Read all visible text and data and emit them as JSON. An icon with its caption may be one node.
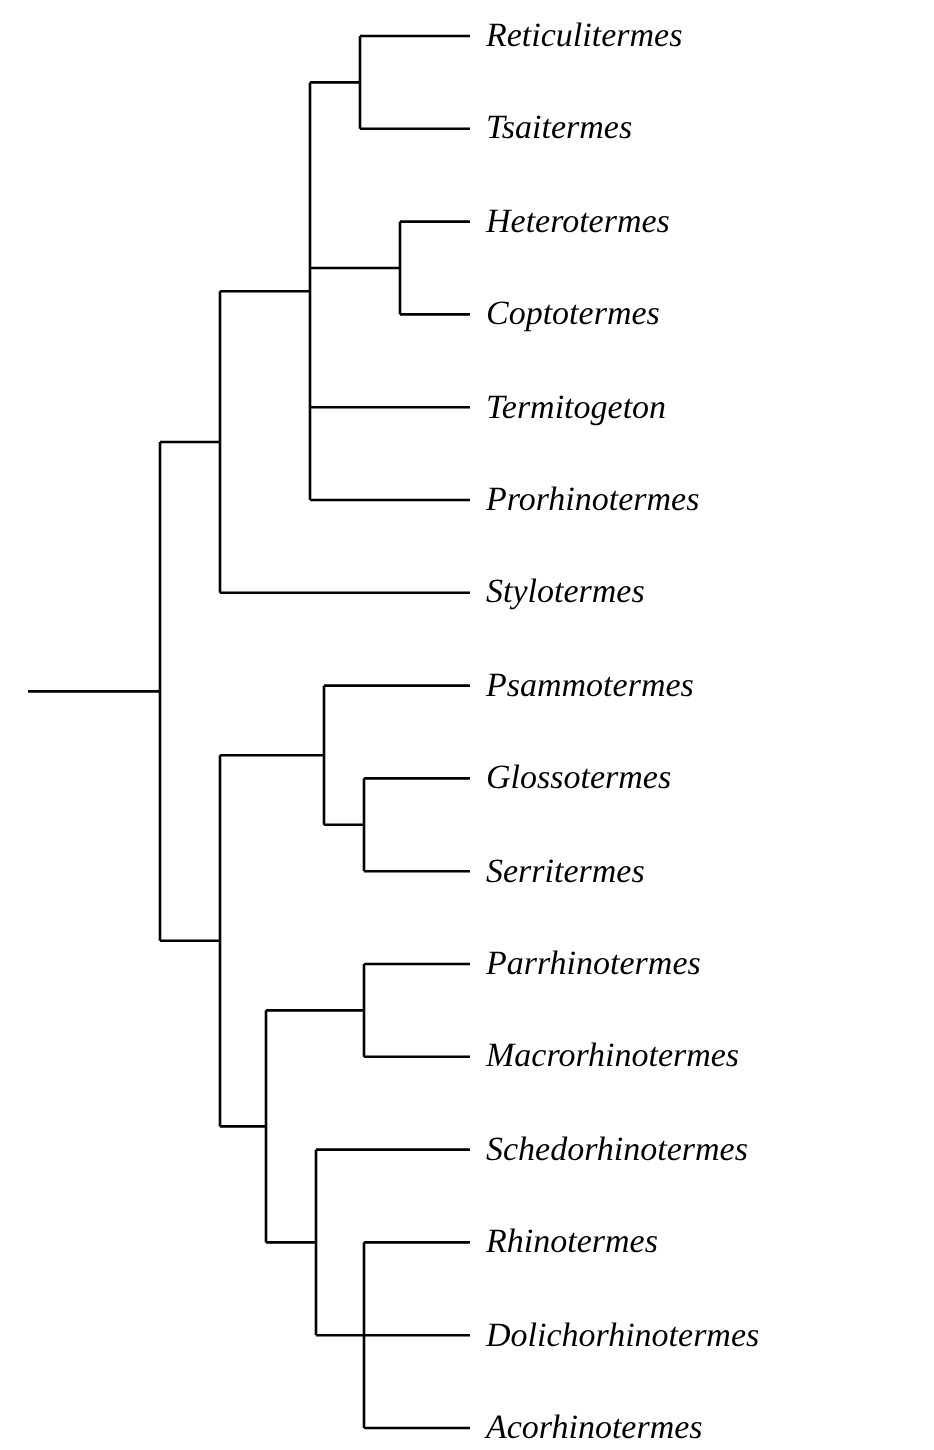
{
  "diagram": {
    "labels": [
      "Reticulitermes",
      "Tsaitermes",
      "Heterotermes",
      "Coptotermes",
      "Termitogeton",
      "Prorhinotermes",
      "Stylotermes",
      "Psammotermes",
      "Glossotermes",
      "Serritermes",
      "Parrhinotermes",
      "Macrorhinotermes",
      "Schedorhinotermes",
      "Rhinotermes",
      "Dolichorhinotermes",
      "Acorhinotermes"
    ]
  }
}
